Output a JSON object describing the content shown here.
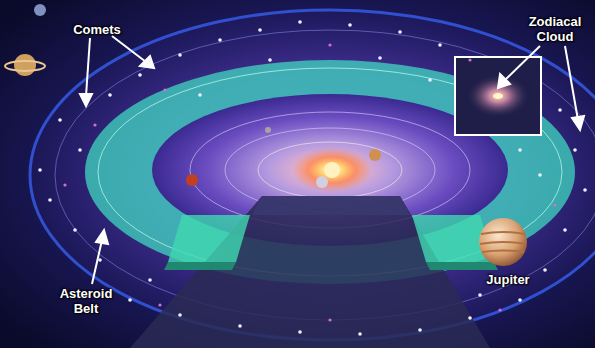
{
  "diagram": {
    "labels": [
      "Comets",
      "Zodiacal Cloud",
      "Asteroid Belt",
      "Jupiter"
    ]
  }
}
